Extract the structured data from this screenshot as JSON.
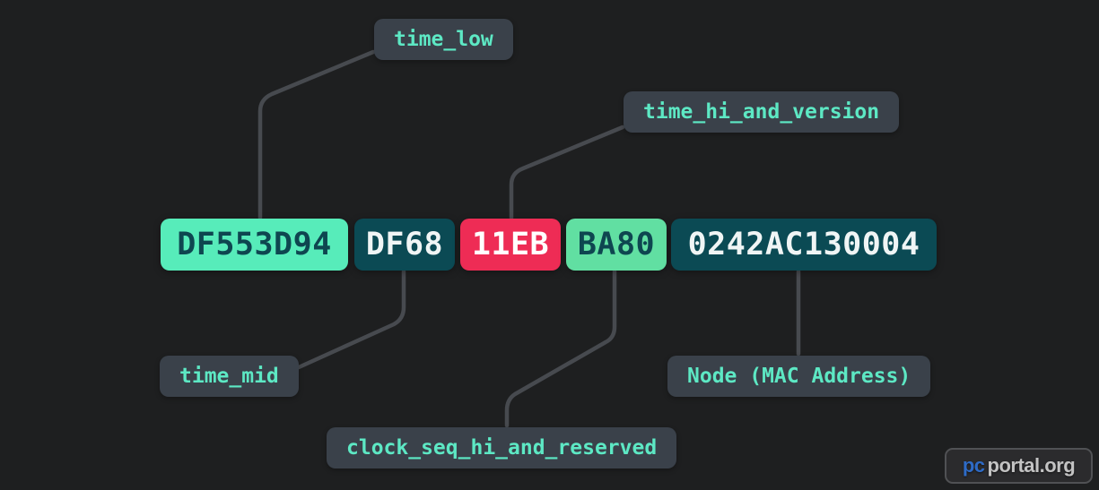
{
  "page": {
    "background": "#1E1F20"
  },
  "diagram": {
    "title_semantic": "UUID v1 structure breakdown",
    "segments": [
      {
        "value": "DF553D94",
        "field": "time_low",
        "bg": "#57ECBA",
        "fg": "#0E4650"
      },
      {
        "value": "DF68",
        "field": "time_mid",
        "bg": "#0B4A54",
        "fg": "#F0F5F5"
      },
      {
        "value": "11EB",
        "field": "time_hi_and_version",
        "bg": "#EE2C55",
        "fg": "#FFFFFF"
      },
      {
        "value": "BA80",
        "field": "clock_seq_hi_and_reserved",
        "bg": "#61DFA2",
        "fg": "#0E4650"
      },
      {
        "value": "0242AC130004",
        "field": "node",
        "bg": "#0B4A54",
        "fg": "#F0F5F5"
      }
    ],
    "labels": [
      {
        "text": "time_low"
      },
      {
        "text": "time_hi_and_version"
      },
      {
        "text": "time_mid"
      },
      {
        "text": "clock_seq_hi_and_reserved"
      },
      {
        "text": "Node (MAC Address)"
      }
    ],
    "label_bg": "#3A414A",
    "label_fg": "#5DE8C4",
    "connector_color": "#474A4F"
  },
  "watermark": {
    "prefix": "pc",
    "suffix": "portal.org",
    "prefix_color": "#2E6BC6",
    "suffix_color": "#C3C3C3"
  }
}
